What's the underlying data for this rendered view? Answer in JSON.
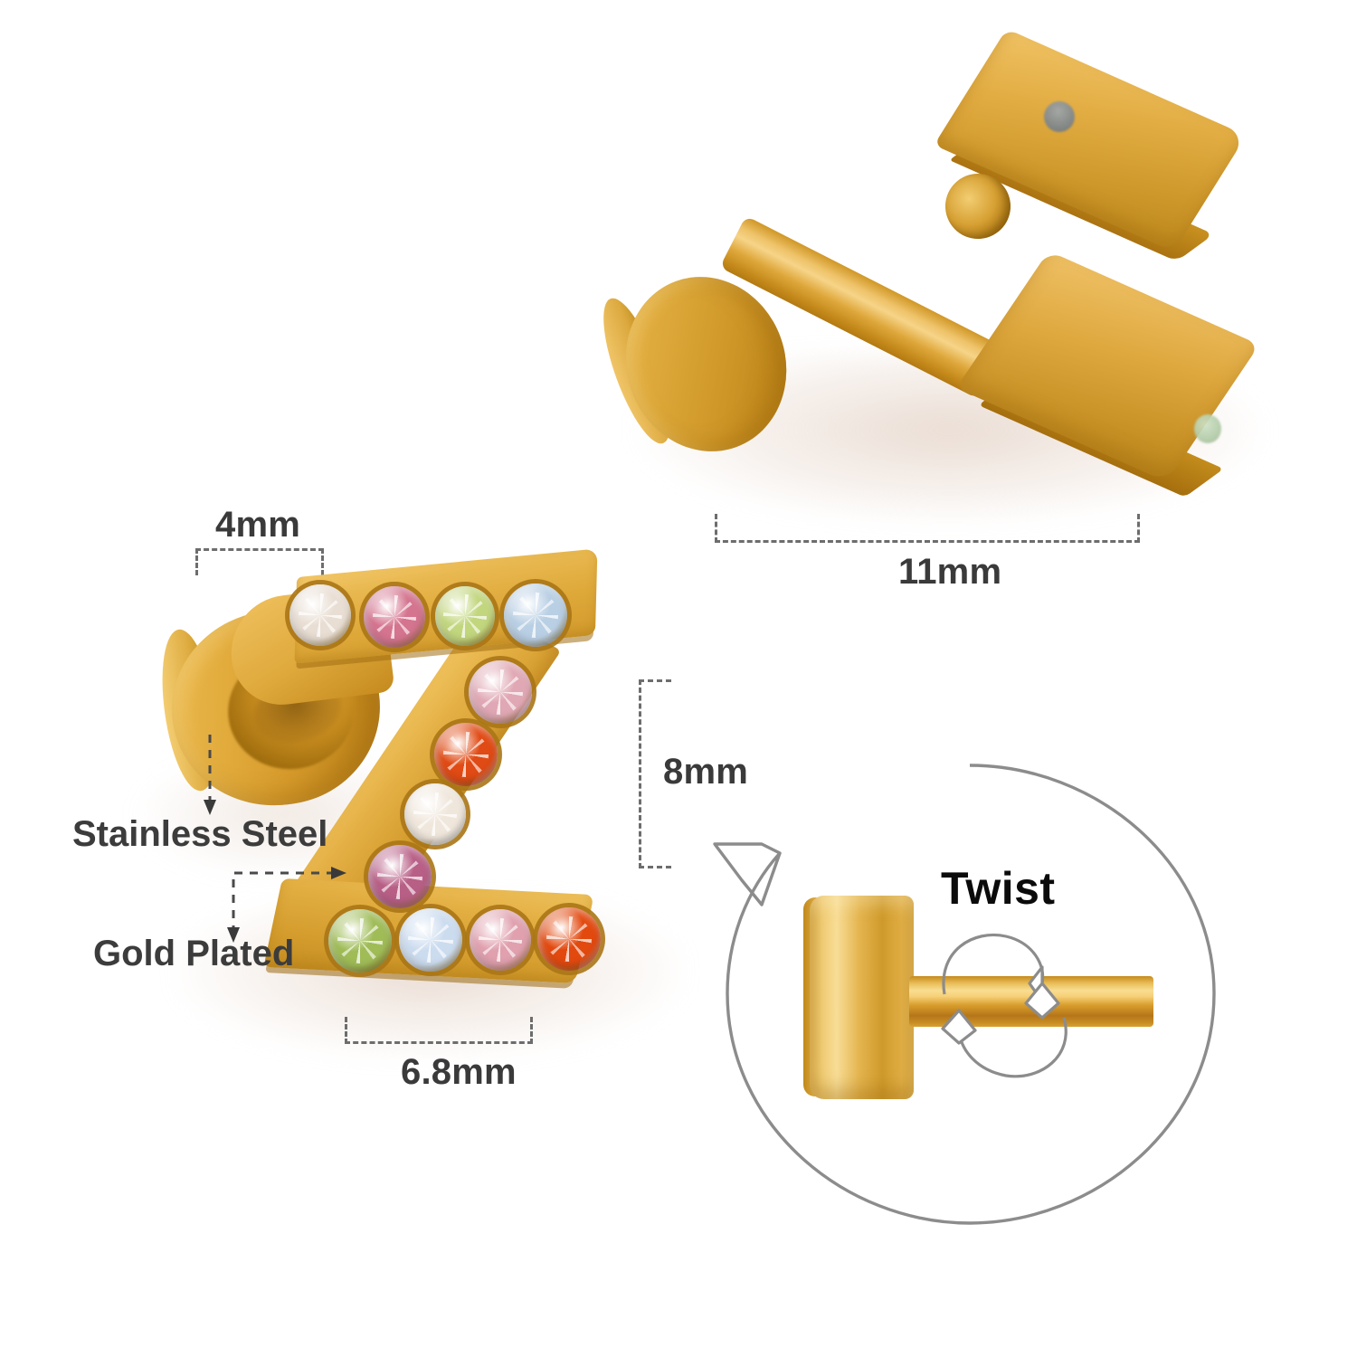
{
  "product": {
    "letter": "Z",
    "material_top": "Stainless Steel",
    "material_bottom": "Gold Plated"
  },
  "colors": {
    "gold": "#dfa93c",
    "gold_light": "#f3cd72",
    "gold_dark": "#a96d10",
    "dim_line": "#6d6d6d",
    "label_text": "#3a3a3a",
    "callout_outline": "#8c8c8c",
    "background": "#ffffff"
  },
  "dimensions": {
    "width_disc": "4mm",
    "height_letter": "8mm",
    "width_letter": "6.8mm",
    "length_total": "11mm"
  },
  "callouts": {
    "stainless_steel": "Stainless Steel",
    "gold_plated": "Gold Plated",
    "twist": "Twist"
  },
  "gems": {
    "top_row": [
      {
        "name": "clear-crystal",
        "color": "#e9ded3"
      },
      {
        "name": "rose-crystal",
        "color": "#d4748f"
      },
      {
        "name": "peridot-crystal",
        "color": "#c2d67e"
      },
      {
        "name": "light-sapphire-crystal",
        "color": "#b9cfe4"
      }
    ],
    "diagonal": [
      {
        "name": "light-rose-crystal",
        "color": "#e0a8b4"
      },
      {
        "name": "hyacinth-crystal",
        "color": "#e04a14"
      },
      {
        "name": "clear-crystal",
        "color": "#f0e7dc"
      },
      {
        "name": "amethyst-crystal",
        "color": "#b85f86"
      }
    ],
    "bottom_row": [
      {
        "name": "olivine-crystal",
        "color": "#9fbc57"
      },
      {
        "name": "aquamarine-crystal",
        "color": "#ccdcef"
      },
      {
        "name": "rose-crystal",
        "color": "#e0a0ae"
      },
      {
        "name": "hyacinth-crystal",
        "color": "#e2490f"
      }
    ]
  }
}
